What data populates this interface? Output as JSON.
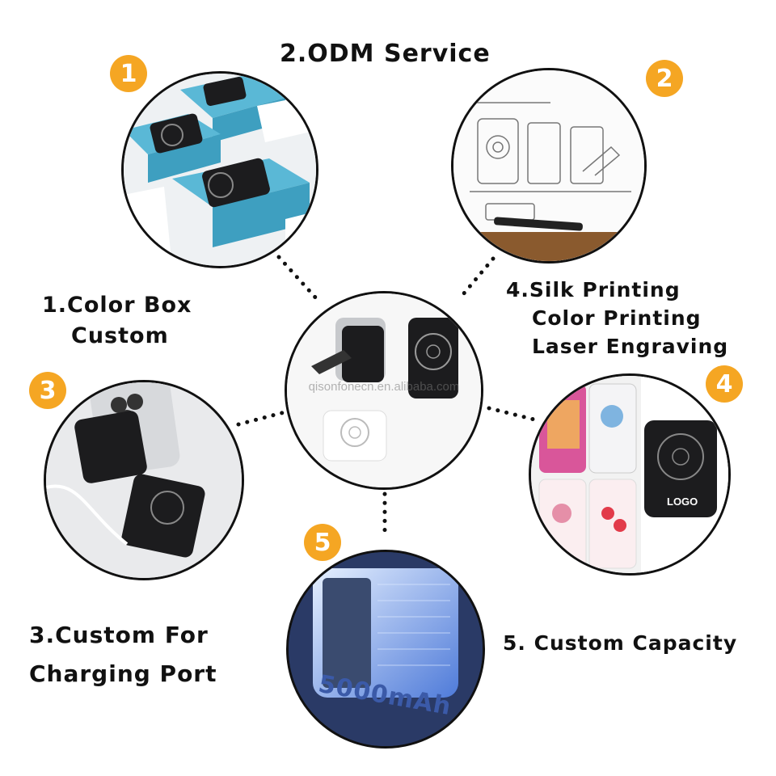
{
  "heading": "2.ODM Service",
  "items": [
    {
      "badge": "1",
      "line1": "1.Color Box",
      "line2": "Custom"
    },
    {
      "badge": "2"
    },
    {
      "badge": "3",
      "line1": "3.Custom For",
      "line2": "Charging Port"
    },
    {
      "badge": "4",
      "line1": "4.Silk Printing",
      "line2": "Color Printing",
      "line3": "Laser Engraving"
    },
    {
      "badge": "5",
      "line1": "5. Custom Capacity"
    }
  ],
  "watermark": "qisonfonecn.en.alibaba.com",
  "logo_text": "LOGO",
  "capacity_text": "5000mAh",
  "colors": {
    "accent": "#f5a623",
    "box_blue": "#5ab8d6",
    "device_dark": "#1c1c1e"
  }
}
